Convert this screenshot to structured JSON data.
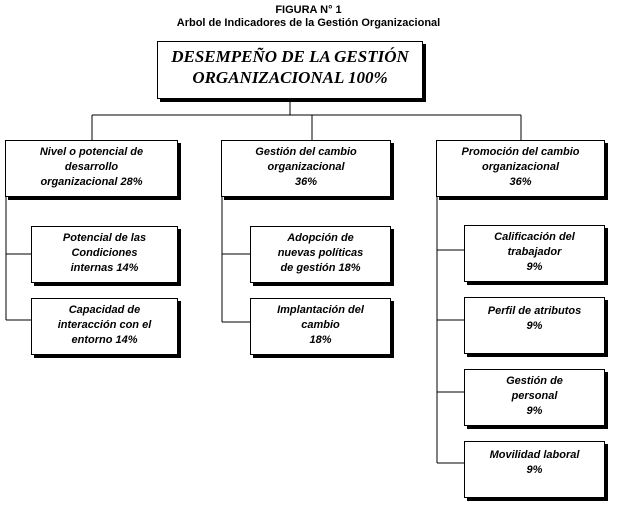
{
  "caption": {
    "figure_label": "FIGURA N° 1",
    "title": "Arbol de Indicadores de la Gestión Organizacional"
  },
  "root": {
    "lines": [
      "DESEMPEÑO DE LA GESTIÓN",
      "ORGANIZACIONAL     100%"
    ]
  },
  "branches": [
    {
      "lines": [
        "Nivel o potencial de",
        "desarrollo",
        "organizacional   28%"
      ],
      "children": [
        {
          "lines": [
            "Potencial de las",
            "Condiciones",
            "internas     14%"
          ]
        },
        {
          "lines": [
            "Capacidad de",
            "interacción con el",
            "entorno   14%"
          ]
        }
      ]
    },
    {
      "lines": [
        "Gestión del cambio",
        "organizacional",
        "36%"
      ],
      "children": [
        {
          "lines": [
            "Adopción de",
            "nuevas políticas",
            "de gestión    18%"
          ]
        },
        {
          "lines": [
            "Implantación del",
            "cambio",
            "18%"
          ]
        }
      ]
    },
    {
      "lines": [
        "Promoción del cambio",
        "organizacional",
        "36%"
      ],
      "children": [
        {
          "lines": [
            "Calificación del",
            "trabajador",
            "9%"
          ]
        },
        {
          "lines": [
            "Perfil de atributos",
            "9%"
          ]
        },
        {
          "lines": [
            "Gestión de",
            "personal",
            "9%"
          ]
        },
        {
          "lines": [
            "Movilidad laboral",
            "9%"
          ]
        }
      ]
    }
  ]
}
